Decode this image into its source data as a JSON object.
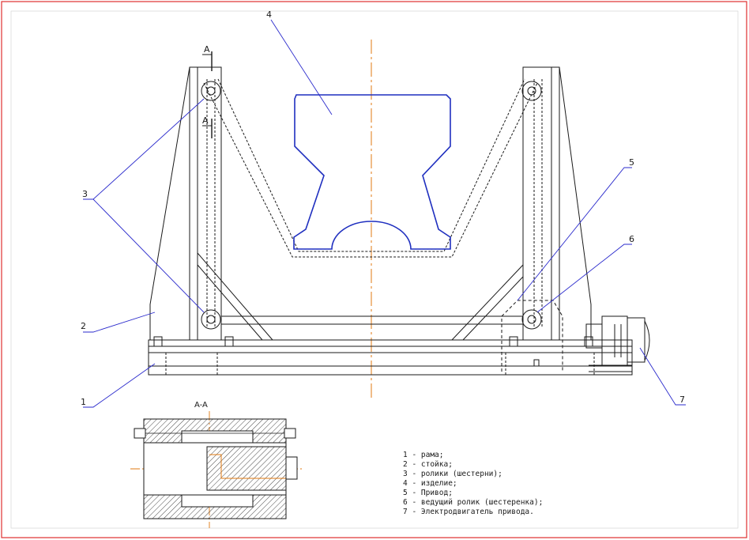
{
  "colors": {
    "frame_border": "#e03030",
    "lines": "#1a1a1a",
    "product": "#1f2fbf",
    "callout": "#2a2acc",
    "centerline": "#e07a10"
  },
  "callouts": {
    "n1": "1",
    "n2": "2",
    "n3": "3",
    "n4": "4",
    "n5": "5",
    "n6": "6",
    "n7": "7"
  },
  "section": {
    "title": "A-A",
    "marker_top": "A",
    "marker_bottom": "A"
  },
  "legend": [
    "1 - рама;",
    "2 - стойка;",
    "3 - ролики (шестерни);",
    "4 - изделие;",
    "5 - Привод;",
    "6 - ведущий ролик (шестеренка);",
    "7 - Электродвигатель привода."
  ]
}
